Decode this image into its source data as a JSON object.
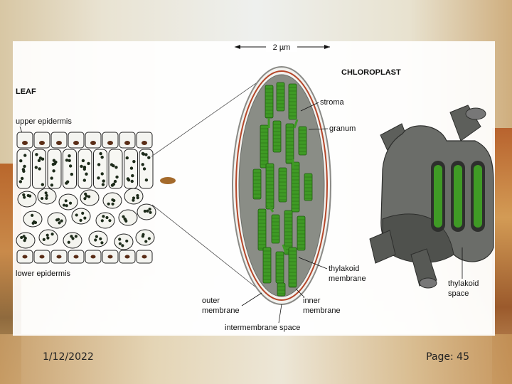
{
  "diagram": {
    "scale_label": "2 µm",
    "leaf_title": "LEAF",
    "upper_epidermis": "upper epidermis",
    "lower_epidermis": "lower epidermis",
    "chloroplast_title": "CHLOROPLAST",
    "stroma": "stroma",
    "granum": "granum",
    "thylakoid_membrane_1": "thylakoid",
    "thylakoid_membrane_2": "membrane",
    "outer_membrane_1": "outer",
    "outer_membrane_2": "membrane",
    "inner_membrane_1": "inner",
    "inner_membrane_2": "membrane",
    "intermembrane_space": "intermembrane space",
    "thylakoid_space_1": "thylakoid",
    "thylakoid_space_2": "space"
  },
  "footer": {
    "date": "1/12/2022",
    "page": "Page: 45"
  },
  "colors": {
    "chloroplast_green": "#3f9a25",
    "stroma_gray": "#8a8d86",
    "outer_membrane": "#b5472a",
    "panel_white": "#ffffff"
  }
}
